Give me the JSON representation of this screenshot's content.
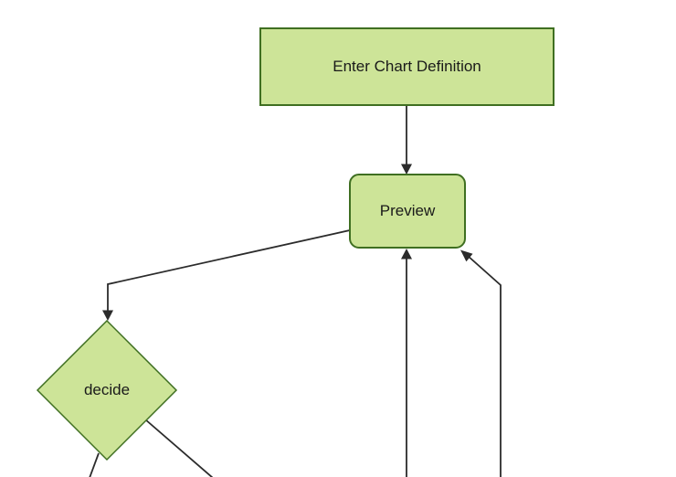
{
  "diagram": {
    "type": "flowchart",
    "direction": "top-down",
    "nodes": [
      {
        "id": "A",
        "label": "Enter Chart Definition",
        "shape": "rectangle"
      },
      {
        "id": "B",
        "label": "Preview",
        "shape": "rounded-rectangle"
      },
      {
        "id": "C",
        "label": "decide",
        "shape": "diamond"
      }
    ],
    "edges": [
      {
        "from": "A",
        "to": "B",
        "arrow": true
      },
      {
        "from": "B",
        "to": "C",
        "arrow": true
      },
      {
        "from": "offscreen-bottom-center",
        "to": "B",
        "arrow": true
      },
      {
        "from": "offscreen-bottom-right",
        "to": "B",
        "arrow": true
      },
      {
        "from": "C",
        "to": "offscreen-bottom-left",
        "arrow": false
      },
      {
        "from": "C",
        "to": "offscreen-bottom-right",
        "arrow": false
      }
    ]
  },
  "colors": {
    "node_fill": "#cde498",
    "node_stroke": "#3f6f21",
    "edge_color": "#2b2b2b",
    "text_color": "#1a1a1a",
    "background": "#ffffff"
  }
}
